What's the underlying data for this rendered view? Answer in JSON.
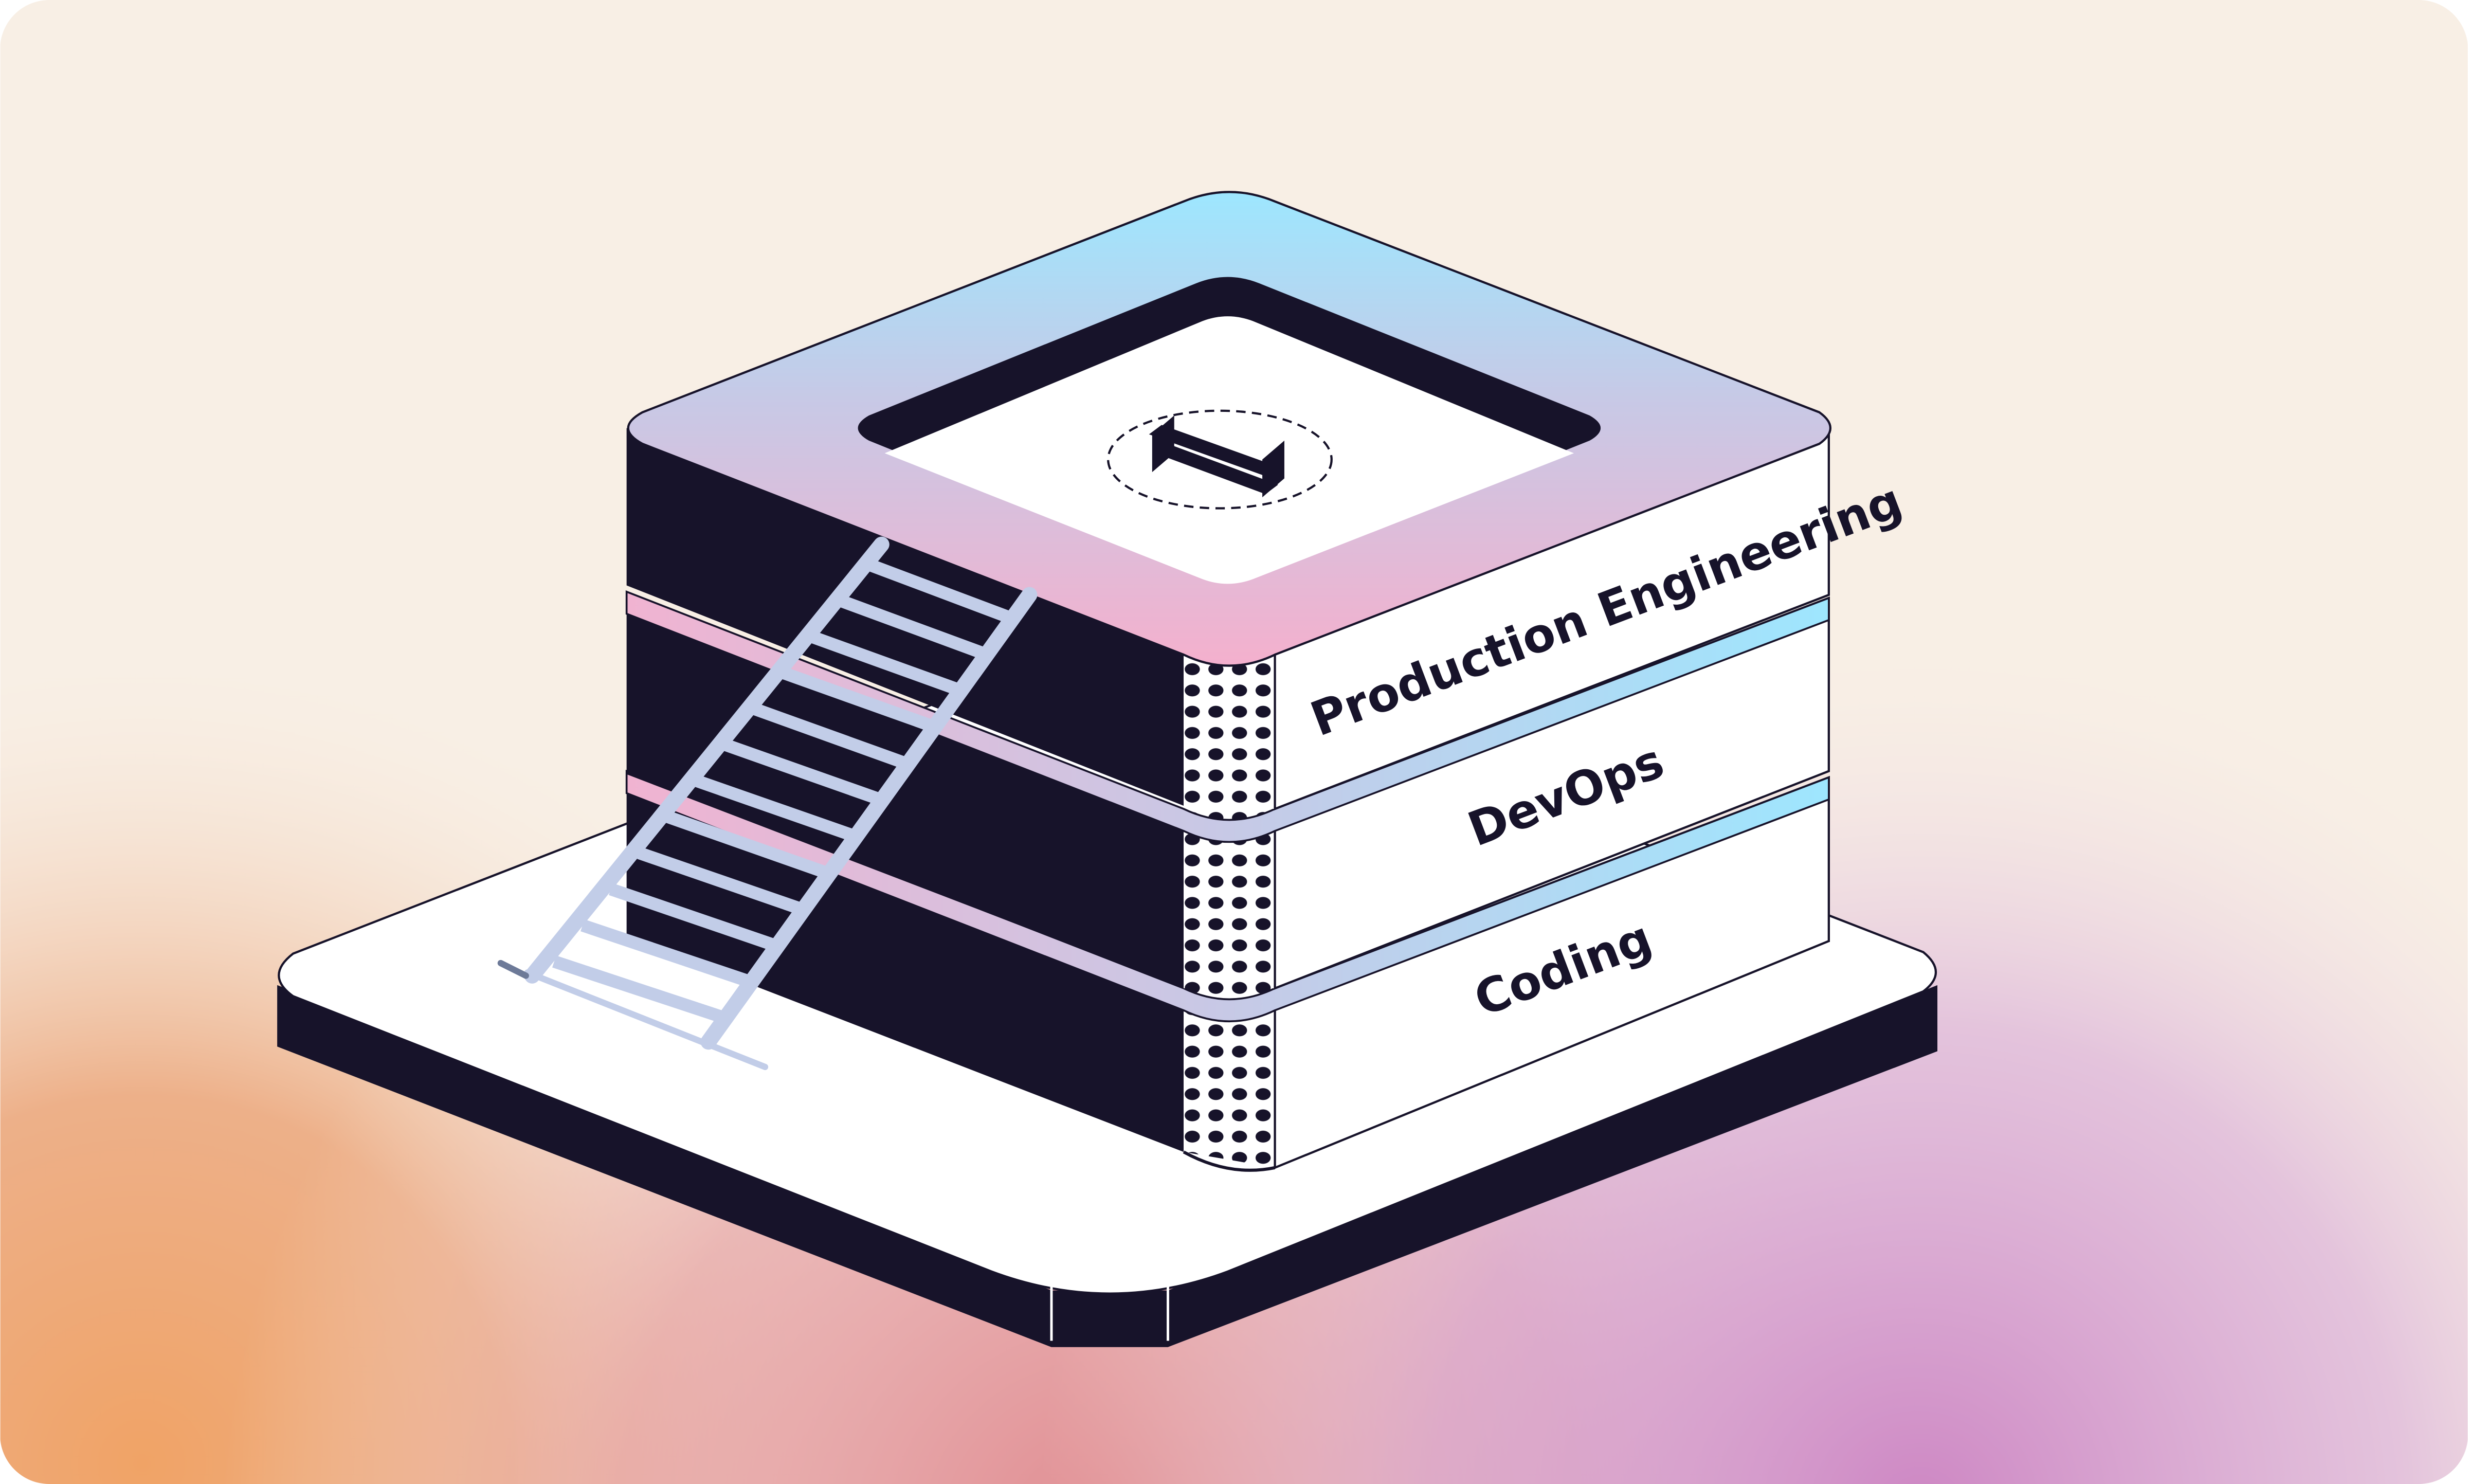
{
  "colors": {
    "background_cream": "#f8efe5",
    "gradient_orange": "#f0a366",
    "gradient_pink": "#e08c91",
    "gradient_purple": "#d08cc6",
    "dark_navy": "#17132a",
    "white": "#ffffff",
    "tier_cyan": "#9ee6fe",
    "tier_pink": "#f0b3d1",
    "tier_lavender": "#c7c9e6",
    "ladder_blue": "#c2cde8"
  },
  "layers": [
    {
      "label": "Production Engineering"
    },
    {
      "label": "DevOps"
    },
    {
      "label": "Coding"
    }
  ],
  "icons": {
    "emblem": "stacked-arrows-logo",
    "ladder": "ladder",
    "base": "platform"
  }
}
